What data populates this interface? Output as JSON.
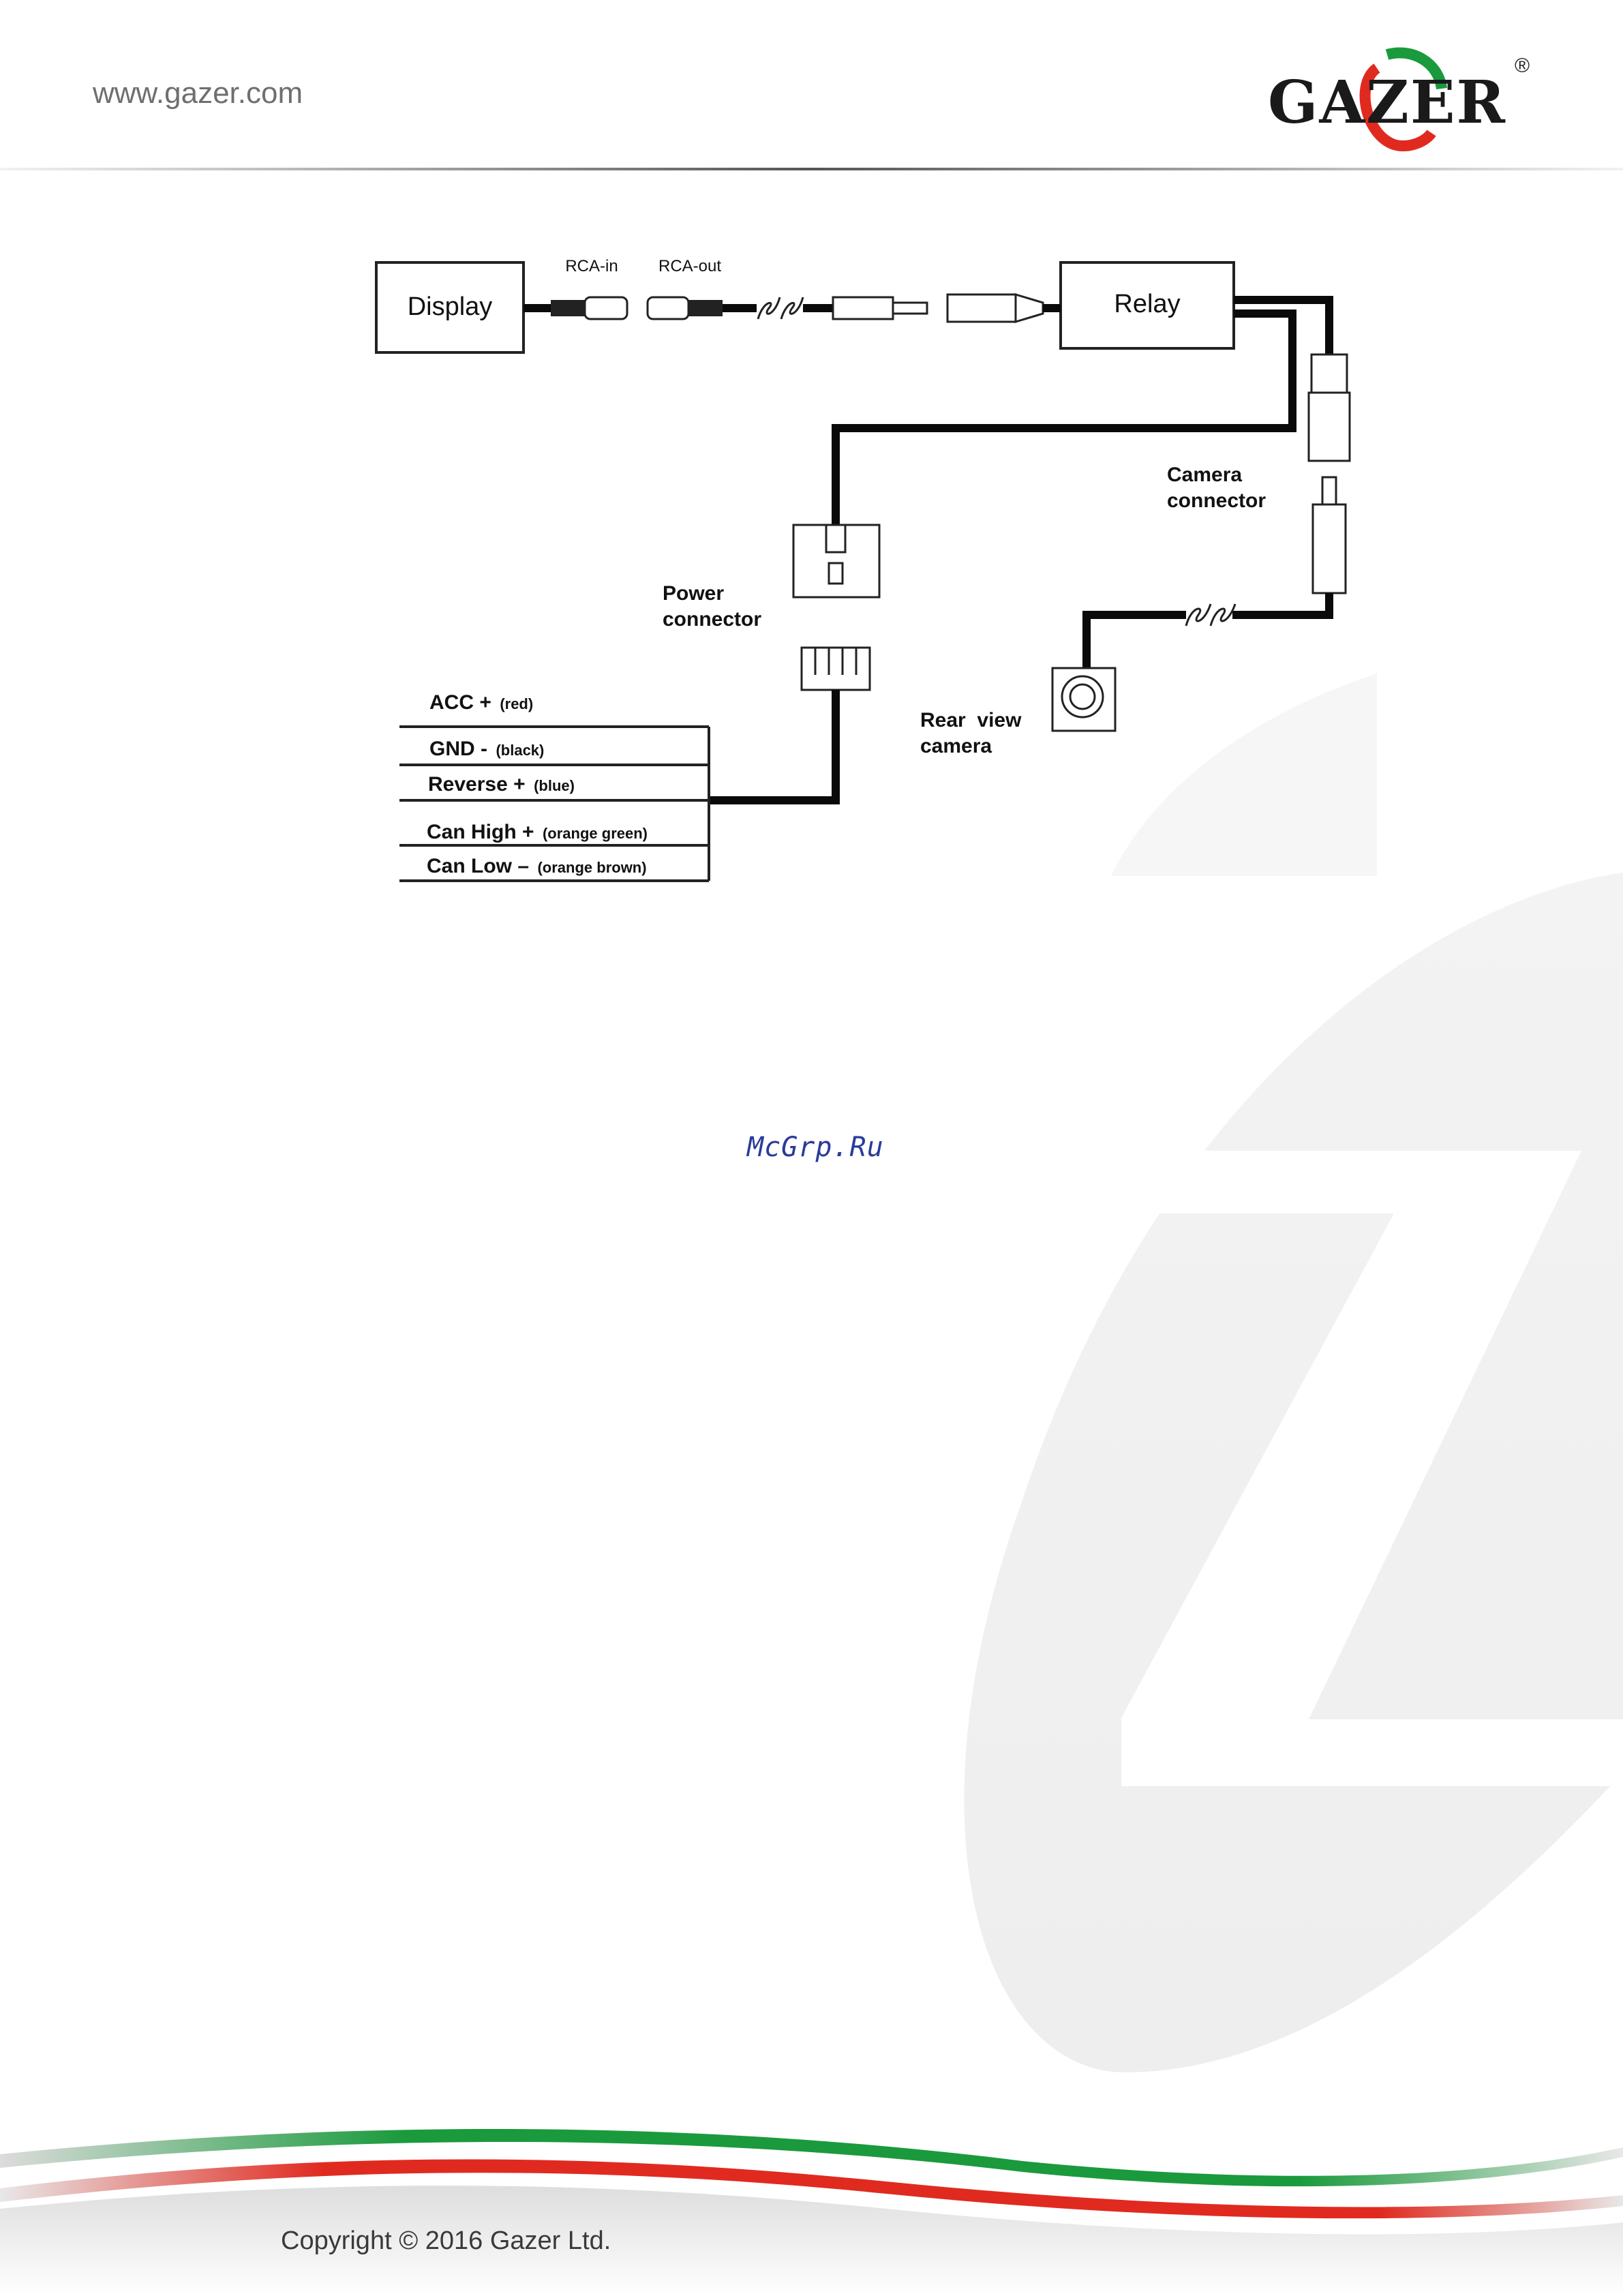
{
  "header": {
    "site_url": "www.gazer.com",
    "logo_text": "GAZER",
    "logo_registered": "®"
  },
  "diagram": {
    "display_label": "Display",
    "relay_label": "Relay",
    "rca_in_label": "RCA-in",
    "rca_out_label": "RCA-out",
    "camera_connector_line1": "Camera",
    "camera_connector_line2": "connector",
    "power_connector_line1": "Power",
    "power_connector_line2": "connector",
    "rear_camera_line1": "Rear  view",
    "rear_camera_line2": "camera",
    "wires": [
      {
        "name": "ACC +",
        "color_note": "(red)"
      },
      {
        "name": "GND -",
        "color_note": "(black)"
      },
      {
        "name": "Reverse +",
        "color_note": "(blue)"
      },
      {
        "name": "Can High +",
        "color_note": "(orange green)"
      },
      {
        "name": "Can Low –",
        "color_note": "(orange brown)"
      }
    ]
  },
  "watermark": "McGrp.Ru",
  "footer": {
    "copyright": "Copyright © 2016 Gazer Ltd."
  },
  "colors": {
    "brand_green": "#1a9a3c",
    "brand_red": "#e02a20",
    "watermark_blue": "#2a3b9a",
    "wire_black": "#0a0a0a"
  }
}
